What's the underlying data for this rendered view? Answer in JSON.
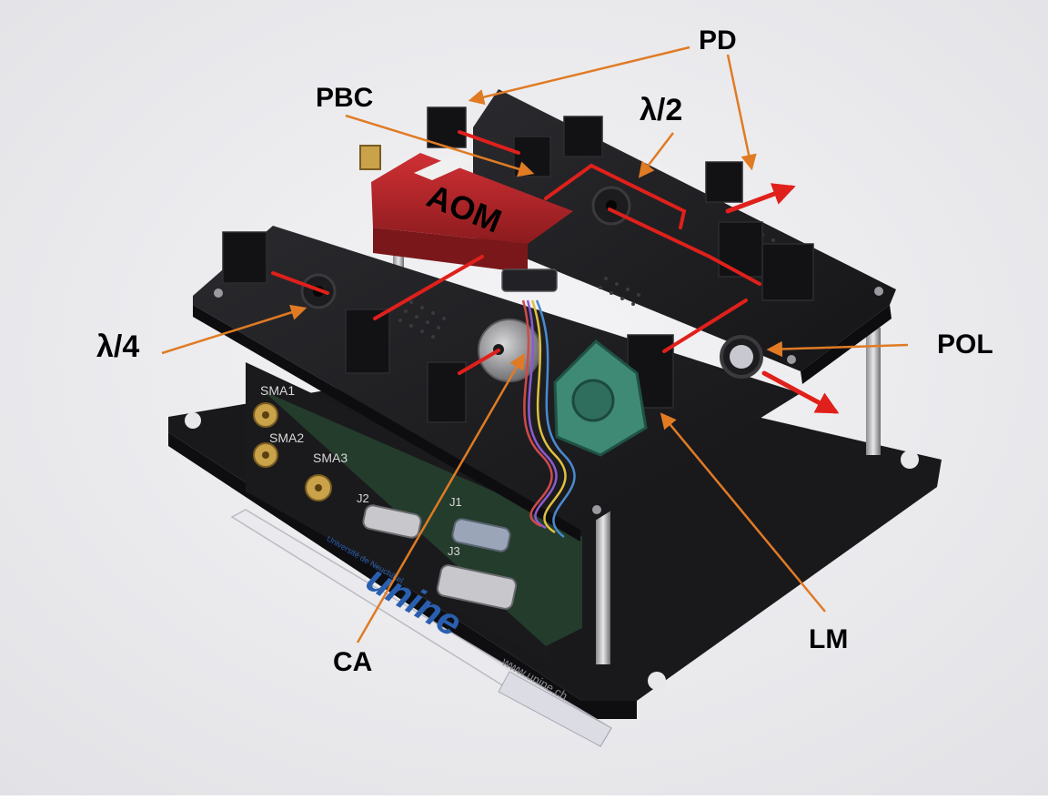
{
  "labels": {
    "pd": "PD",
    "pbc": "PBC",
    "half_wave": "λ/2",
    "aom": "AOM",
    "quarter_wave": "λ/4",
    "pol": "POL",
    "lm": "LM",
    "ca": "CA"
  },
  "connectors": {
    "sma1": "SMA1",
    "sma2": "SMA2",
    "sma3": "SMA3",
    "j1": "J1",
    "j2": "J2",
    "j3": "J3"
  },
  "pen": {
    "brand": "unine",
    "university": "Université de Neuchâtel",
    "url": "www.unine.ch"
  },
  "colors": {
    "annotation_arrow": "#e07b24",
    "laser_beam": "#e0201b",
    "plate": "#1c1c1e",
    "aom_body": "#b3262a"
  }
}
